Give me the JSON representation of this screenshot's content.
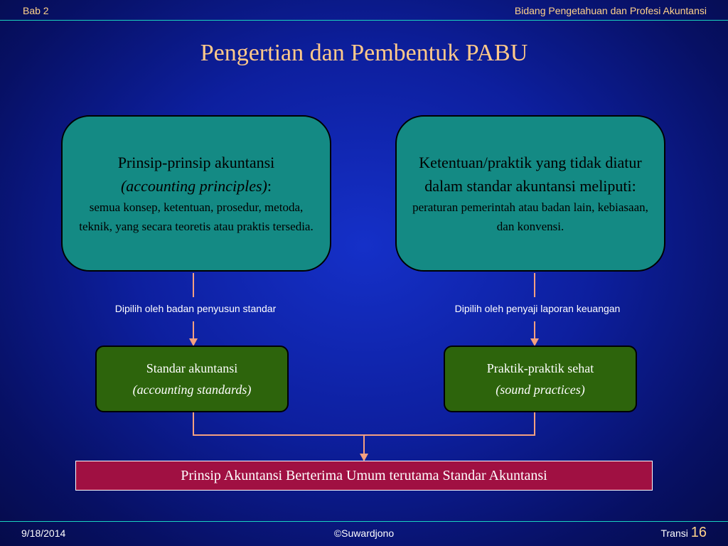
{
  "header": {
    "left": "Bab 2",
    "right": "Bidang Pengetahuan dan Profesi Akuntansi"
  },
  "title": "Pengertian dan Pembentuk PABU",
  "left_box": {
    "line1": "Prinsip-prinsip akuntansi",
    "line2_italic": "(accounting principles)",
    "line2_suffix": ":",
    "desc": "semua konsep, ketentuan, prosedur, metoda, teknik, yang secara teoretis atau praktis tersedia."
  },
  "right_box": {
    "main": "Ketentuan/praktik yang tidak diatur dalam standar akuntansi meliputi:",
    "desc": "peraturan pemerintah atau badan lain, kebiasaan, dan konvensi."
  },
  "labels": {
    "left": "Dipilih oleh badan penyusun standar",
    "right": "Dipilih oleh penyaji laporan keuangan"
  },
  "left_mid": {
    "line1": "Standar akuntansi",
    "line2": "(accounting standards)"
  },
  "right_mid": {
    "line1": "Praktik-praktik sehat",
    "line2": "(sound practices)"
  },
  "bottom_box": "Prinsip Akuntansi Berterima Umum terutama Standar Akuntansi",
  "footer": {
    "date": "9/18/2014",
    "author": "©Suwardjono",
    "page_label": "Transi",
    "page_number": "16"
  },
  "colors": {
    "header_text": "#ffd28a",
    "title": "#ffc98a",
    "teal_box": "#148a84",
    "green_box": "#2d640c",
    "crimson_box": "#a01042",
    "connector": "#f4a080",
    "header_line": "#1ad3c0"
  }
}
